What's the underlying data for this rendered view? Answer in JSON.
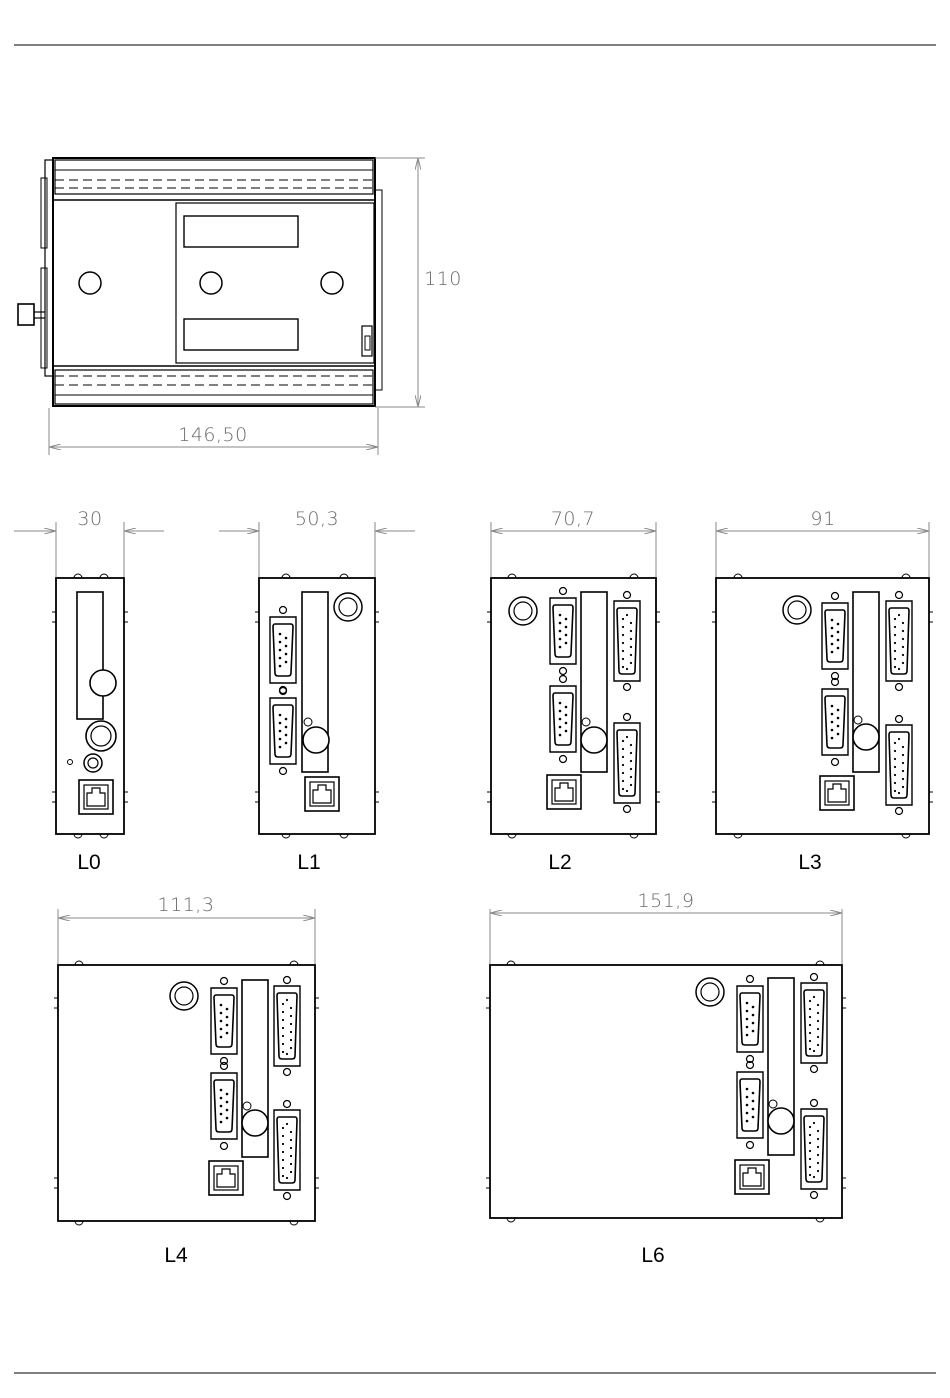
{
  "dimensions": {
    "top_width": "146,50",
    "top_height": "110",
    "L0_width": "30",
    "L1_width": "50,3",
    "L2_width": "70,7",
    "L3_width": "91",
    "L4_width": "111,3",
    "L6_width": "151,9"
  },
  "variants": {
    "L0": "L0",
    "L1": "L1",
    "L2": "L2",
    "L3": "L3",
    "L4": "L4",
    "L6": "L6"
  },
  "colors": {
    "line": "#000000",
    "dimension": "#8a8a8a",
    "background": "#ffffff"
  }
}
